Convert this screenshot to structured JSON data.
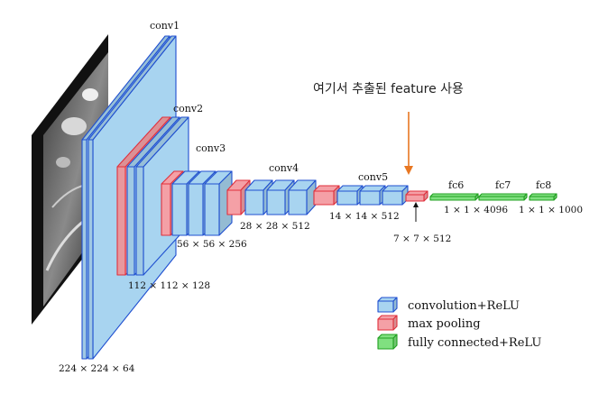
{
  "annotation": {
    "text": "여기서 추출된 feature 사용",
    "arrow_color": "#e87722"
  },
  "layers": {
    "conv1": "conv1",
    "conv2": "conv2",
    "conv3": "conv3",
    "conv4": "conv4",
    "conv5": "conv5",
    "fc6": "fc6",
    "fc7": "fc7",
    "fc8": "fc8"
  },
  "dims": {
    "d224": "224 × 224 × 64",
    "d112": "112 × 112 × 128",
    "d56": "56 × 56 × 256",
    "d28": "28 × 28 × 512",
    "d14": "14 × 14 × 512",
    "d7": "7 × 7 × 512",
    "d4096": "1 × 1 × 4096",
    "d1000": "1 × 1 × 1000"
  },
  "legend": {
    "conv": "convolution+ReLU",
    "pool": "max pooling",
    "fc": "fully connected+ReLU"
  },
  "colors": {
    "conv_fill": "#a8d4f0",
    "conv_stroke": "#1f4fd0",
    "pool_fill": "#f4a0a6",
    "pool_stroke": "#e0303c",
    "fc_fill": "#80e080",
    "fc_stroke": "#20a020"
  }
}
